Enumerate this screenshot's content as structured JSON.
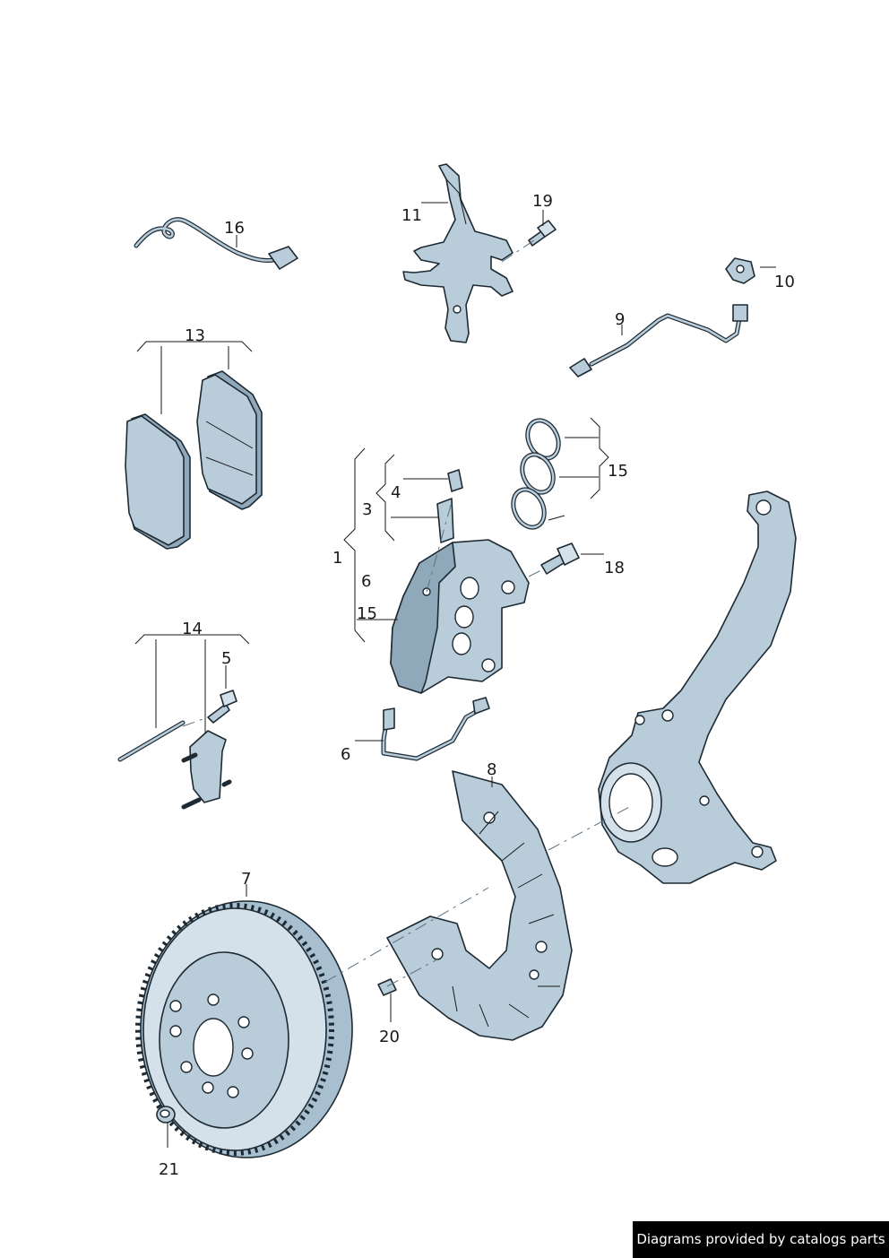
{
  "callouts": {
    "c1": "1",
    "c3": "3",
    "c4": "4",
    "c5": "5",
    "c6a": "6",
    "c6b": "6",
    "c7": "7",
    "c8": "8",
    "c9": "9",
    "c10": "10",
    "c11": "11",
    "c13": "13",
    "c14": "14",
    "c15a": "15",
    "c15b": "15",
    "c16": "16",
    "c18": "18",
    "c19": "19",
    "c20": "20",
    "c21": "21"
  },
  "credit": "Diagrams provided by catalogs parts",
  "colors": {
    "part_fill": "#b8ccd9",
    "outline": "#1e2a33",
    "badge_bg": "#000000",
    "badge_text": "#ffffff"
  }
}
